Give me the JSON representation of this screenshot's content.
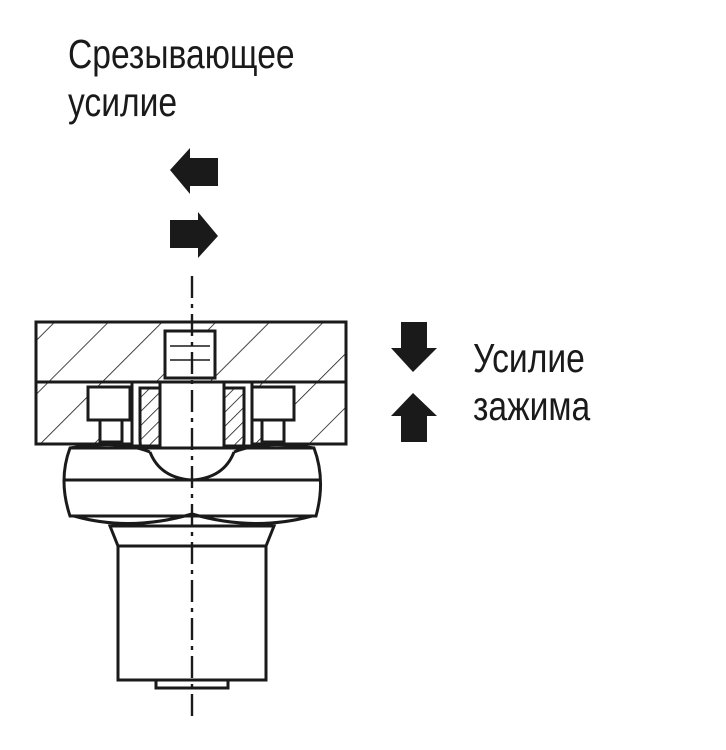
{
  "labels": {
    "shear_force_line1": "Срезывающее",
    "shear_force_line2": "усилие",
    "clamping_force_line1": "Усилие",
    "clamping_force_line2": "зажима"
  },
  "colors": {
    "ink": "#1a1a1a",
    "background": "#ffffff"
  },
  "icons": {
    "shear_arrows": [
      "arrow-left-icon",
      "arrow-right-icon"
    ],
    "clamp_arrows": [
      "arrow-down-icon",
      "arrow-up-icon"
    ]
  }
}
